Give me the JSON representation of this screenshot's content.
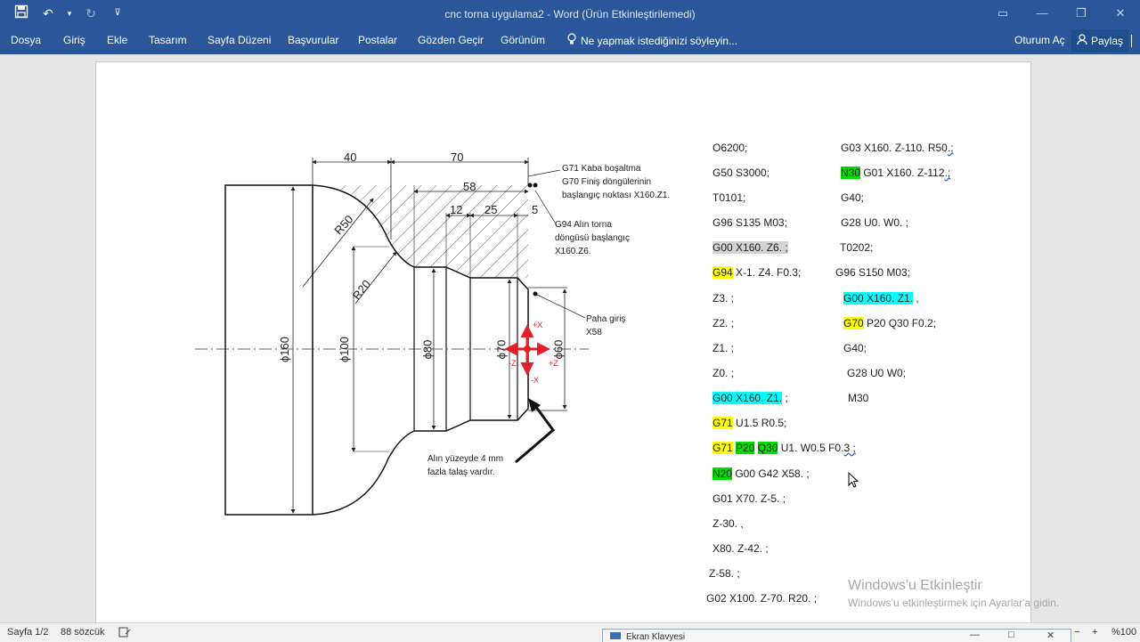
{
  "window": {
    "title": "cnc torna uygulama2 - Word (Ürün Etkinleştirilemedi)"
  },
  "ribbon": {
    "tabs": [
      "Dosya",
      "Giriş",
      "Ekle",
      "Tasarım",
      "Sayfa Düzeni",
      "Başvurular",
      "Postalar",
      "Gözden Geçir",
      "Görünüm"
    ],
    "tell_me": "Ne yapmak istediğinizi söyleyin...",
    "sign_in": "Oturum Aç",
    "share": "Paylaş"
  },
  "drawing": {
    "dims": {
      "d40": "40",
      "d70": "70",
      "d58": "58",
      "d12": "12",
      "d25": "25",
      "d5": "5",
      "r50": "R50",
      "r20": "R20",
      "phi160": "ϕ160",
      "phi100": "ϕ100",
      "phi80": "ϕ80",
      "phi70": "ϕ70",
      "phi60": "ϕ60"
    },
    "notes": {
      "g71_1": "G71 Kaba boşaltma",
      "g71_2": "G70 Finiş döngülerinin",
      "g71_3": "başlangıç noktası X160.Z1.",
      "g94_1": "G94 Alın torna",
      "g94_2": "döngüsü başlangıç",
      "g94_3": "X160.Z6.",
      "paha_1": "Paha giriş",
      "paha_2": "X58",
      "alin_1": "Alın yüzeyde 4 mm",
      "alin_2": "fazla talaş vardır."
    },
    "axes": {
      "px": "+X",
      "mx": "-X",
      "pz": "+Z",
      "mz": "-Z"
    }
  },
  "gcode": {
    "left": {
      "l1": "O6200;",
      "l2": "G50 S3000;",
      "l3": "T0101;",
      "l4": "G96 S135 M03;",
      "l5": "G00 X160. Z6. ;",
      "l6a": "G94",
      "l6b": " X-1. Z4. F0.3;",
      "l7": "Z3. ;",
      "l8": "Z2. ;",
      "l9": "Z1. ;",
      "l10": "Z0. ;",
      "l11a": "G00 X160. Z1.",
      "l11b": " ;",
      "l12a": "G71",
      "l12b": " U1.5 R0.5;",
      "l13a": "G71",
      "l13b": " ",
      "l13c": "P20",
      "l13d": " ",
      "l13e": "Q30",
      "l13f": " U1. W0.5  F0.",
      "l13g": "3 ;",
      "l14a": "N20",
      "l14b": " G00 G42 X58. ;",
      "l15": "G01 X70.  Z-5. ;",
      "l16": "Z-30. ,",
      "l17": "X80. Z-42. ;",
      "l18": "Z-58. ;",
      "l19": "G02 X100. Z-70. R20. ;"
    },
    "right": {
      "r1a": "G03 X160. Z-110. R50",
      "r1b": ".;",
      "r2a": "N30",
      "r2b": " G01 X160. Z-112",
      "r2c": ".;",
      "r3": "G40;",
      "r4": "G28 U0. W0. ;",
      "r5": "T0202;",
      "r6": "G96 S150 M03;",
      "r7a": "G00 X160. Z1.",
      "r7b": " ,",
      "r8a": "G70",
      "r8b": " P20 Q30 F0.2;",
      "r9": "G40;",
      "r10": "G28 U0 W0;",
      "r11": "M30"
    }
  },
  "activation": {
    "title": "Windows'u Etkinleştir",
    "subtitle": "Windows'u etkinleştirmek için Ayarlar'a gidin."
  },
  "status": {
    "page": "Sayfa 1/2",
    "words": "88 sözcük",
    "zoom": "%100"
  },
  "osk": {
    "title": "Ekran Klavyesi"
  },
  "colors": {
    "word_blue": "#2b579a",
    "dim_red": "#e0202a"
  }
}
